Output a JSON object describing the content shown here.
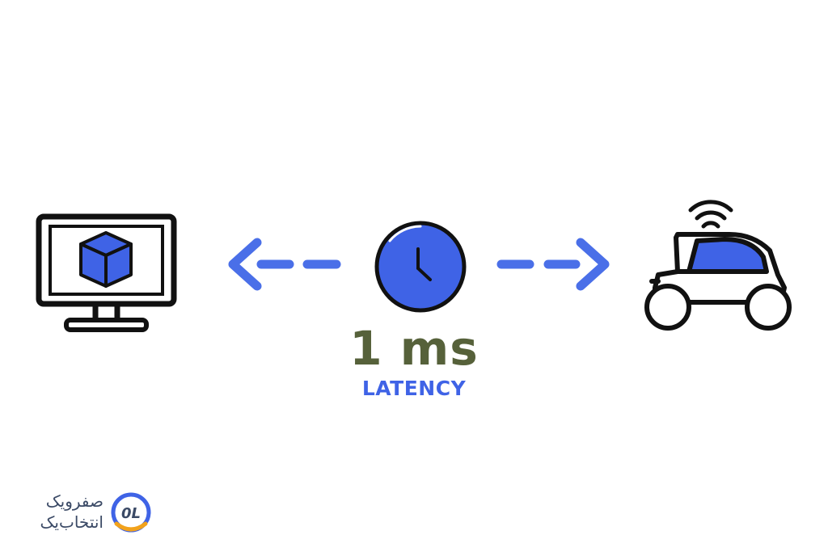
{
  "diagram": {
    "latency_value": "1 ms",
    "latency_label": "LATENCY"
  },
  "icons": {
    "left": "monitor-icon",
    "center": "clock-icon",
    "right": "connected-car-icon",
    "arrows": [
      "arrow-left-icon",
      "arrow-right-icon"
    ]
  },
  "logo": {
    "line1": "صفرویک",
    "line2": "انتخاب‌یک",
    "mark": "0L"
  },
  "colors": {
    "accent_blue": "#3f63e6",
    "arrow_blue": "#4a6fe8",
    "value_green": "#56613a",
    "outline": "#111111",
    "logo_text": "#3b4a66"
  }
}
